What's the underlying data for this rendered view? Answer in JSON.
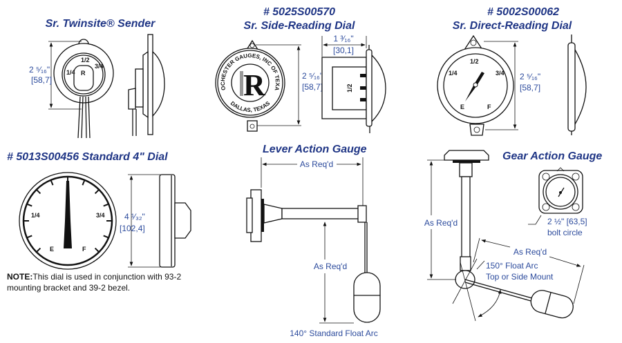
{
  "twinsite": {
    "title": "Sr. Twinsite® Sender",
    "dim_in": "2 ⁵⁄₁₆\"",
    "dim_mm": "[58,7]",
    "dial_half": "1/2",
    "dial_quarter": "1/4",
    "dial_three_quarter": "3/4"
  },
  "side_reading": {
    "part": "# 5025S00570",
    "title": "Sr. Side-Reading Dial",
    "dim_in": "2 ⁵⁄₁₆\"",
    "dim_mm": "[58,7]",
    "depth_in": "1 ³⁄₁₆\"",
    "depth_mm": "[30,1]",
    "ring_top": "ROCHESTER GAUGES, INC OF TEXAS",
    "ring_bottom": "DALLAS, TEXAS",
    "side_label": "1/2"
  },
  "direct_reading": {
    "part": "# 5002S00062",
    "title": "Sr. Direct-Reading Dial",
    "dim_in": "2 ⁵⁄₁₆\"",
    "dim_mm": "[58,7]",
    "labels": {
      "half": "1/2",
      "quarter": "1/4",
      "three_quarter": "3/4",
      "empty": "E",
      "full": "F"
    }
  },
  "standard": {
    "title": "# 5013S00456 Standard 4\" Dial",
    "dim_in": "4 ¹⁄₃₂\"",
    "dim_mm": "[102,4]",
    "labels": {
      "quarter": "1/4",
      "three_quarter": "3/4",
      "empty": "E",
      "full": "F"
    },
    "note_label": "NOTE:",
    "note_line1": "This dial is used in conjunction with 93-2",
    "note_line2": "mounting bracket and 39-2 bezel."
  },
  "lever": {
    "title": "Lever Action Gauge",
    "length_label": "As Req'd",
    "depth_label": "As Req'd",
    "arc_label": "140° Standard Float Arc"
  },
  "gear": {
    "title": "Gear Action Gauge",
    "depth_label": "As Req'd",
    "arm_label": "As Req'd",
    "bolt_dim": "2 ½\" [63,5]",
    "bolt_label": "bolt circle",
    "arc_line1": "150° Float Arc",
    "arc_line2": "Top or Side Mount"
  },
  "colors": {
    "title": "#1f3585",
    "dimension": "#2b4a9c"
  }
}
